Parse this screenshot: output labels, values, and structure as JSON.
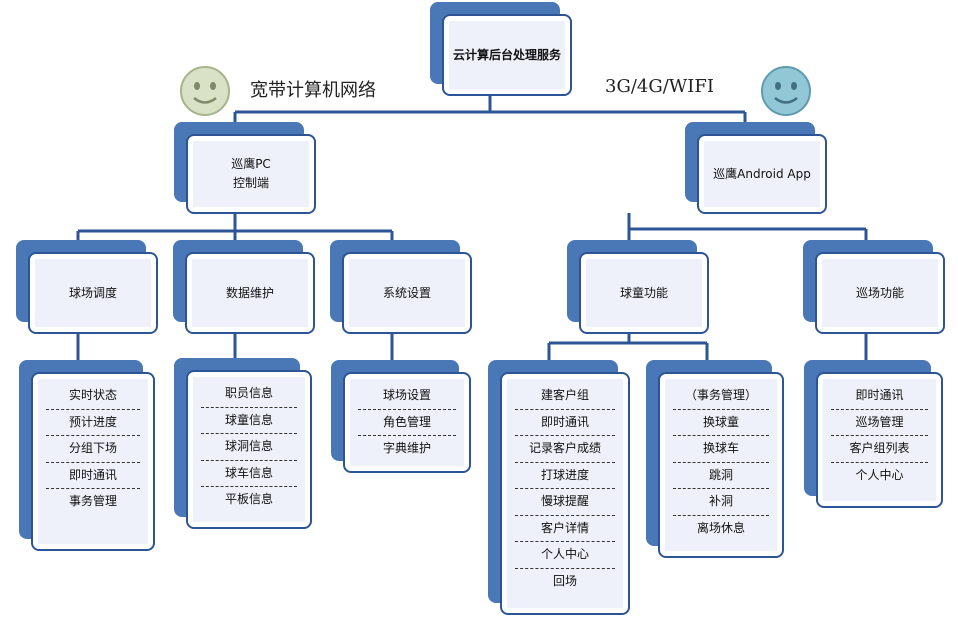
{
  "colors": {
    "shadow": "#4a78b6",
    "border": "#2d5596",
    "fill": "#eef1f9",
    "line": "#2d5596",
    "smiley_left": "#d9e2c6",
    "smiley_right": "#92c7d6"
  },
  "root": {
    "label": "云计算后台处理服务"
  },
  "left_network": {
    "label": "宽带计算机网络"
  },
  "right_network": {
    "label": "3G/4G/WIFI"
  },
  "icons": {
    "left": "smiley-icon",
    "right": "smiley-icon"
  },
  "pc": {
    "line1": "巡鹰PC",
    "line2": "控制端"
  },
  "android": {
    "label": "巡鹰Android App"
  },
  "pc_modules": [
    {
      "label": "球场调度",
      "items": [
        "实时状态",
        "预计进度",
        "分组下场",
        "即时通讯",
        "事务管理"
      ]
    },
    {
      "label": "数据维护",
      "items": [
        "职员信息",
        "球童信息",
        "球洞信息",
        "球车信息",
        "平板信息"
      ]
    },
    {
      "label": "系统设置",
      "items": [
        "球场设置",
        "角色管理",
        "字典维护"
      ]
    }
  ],
  "android_modules": [
    {
      "label": "球童功能"
    },
    {
      "label": "巡场功能",
      "items": [
        "即时通讯",
        "巡场管理",
        "客户组列表",
        "个人中心"
      ]
    }
  ],
  "caddie_groups": [
    {
      "items": [
        "建客户组",
        "即时通讯",
        "记录客户成绩",
        "打球进度",
        "慢球提醒",
        "客户详情",
        "个人中心",
        "回场"
      ]
    },
    {
      "items": [
        "（事务管理）",
        "换球童",
        "换球车",
        "跳洞",
        "补洞",
        "离场休息"
      ]
    }
  ]
}
